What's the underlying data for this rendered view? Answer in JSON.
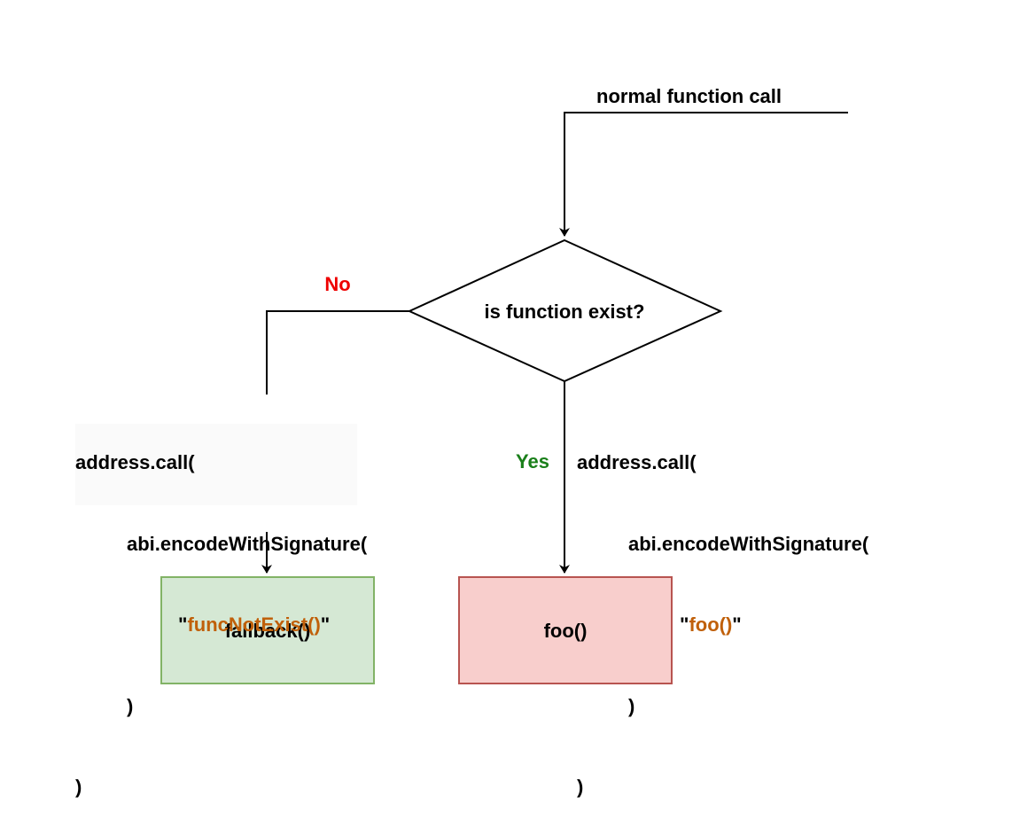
{
  "diagram": {
    "entry_label": "normal function call",
    "decision_label": "is function exist?",
    "no_label": "No",
    "yes_label": "Yes",
    "fallback_label": "fallback()",
    "foo_label": "foo()",
    "left_code": {
      "line1": "address.call(",
      "line2": "abi.encodeWithSignature(",
      "quote_open": "\"",
      "signature": "funcNotExist()",
      "quote_close": "\"",
      "line4": ")",
      "line5": ")"
    },
    "right_code": {
      "line1": "address.call(",
      "line2": "abi.encodeWithSignature(",
      "quote_open": "\"",
      "signature": "foo()",
      "quote_close": "\"",
      "line4": ")",
      "line5": ")"
    },
    "colors": {
      "no": "#ee0000",
      "yes": "#1a7f1a",
      "signature": "#c0600a",
      "fallback_fill": "#d5e8d4",
      "fallback_stroke": "#82b366",
      "foo_fill": "#f8cecc",
      "foo_stroke": "#b85450"
    }
  }
}
